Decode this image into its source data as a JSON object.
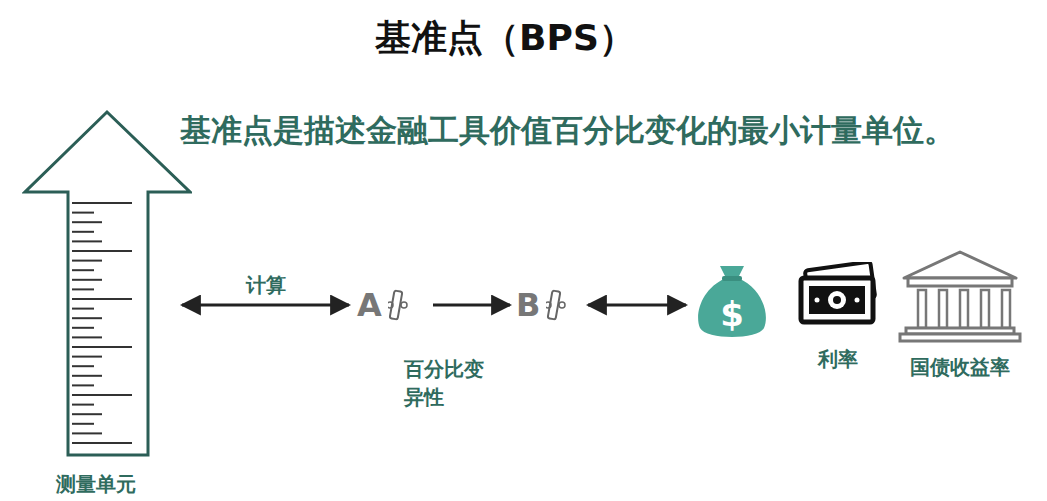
{
  "diagram": {
    "title": "基准点（BPS）",
    "nodes": [
      {
        "text": [
          "测量单元"
        ]
      },
      {
        "text": [
          "A"
        ]
      },
      {
        "text": [
          "B"
        ]
      },
      {
        "text": [
          "$"
        ]
      },
      {
        "text": [
          "利率"
        ]
      },
      {
        "text": [
          "国债收益率"
        ]
      }
    ],
    "edges": [
      {
        "from": 0,
        "to": 1,
        "label": "计算",
        "arrow": "both"
      },
      {
        "from": 1,
        "to": 2,
        "arrow": "to"
      },
      {
        "from": 2,
        "to": 3,
        "arrow": "both"
      }
    ],
    "labels": [
      "基准点是描述金融工具价值百分比变化的最小计量单位。",
      "百分比变异性"
    ]
  }
}
